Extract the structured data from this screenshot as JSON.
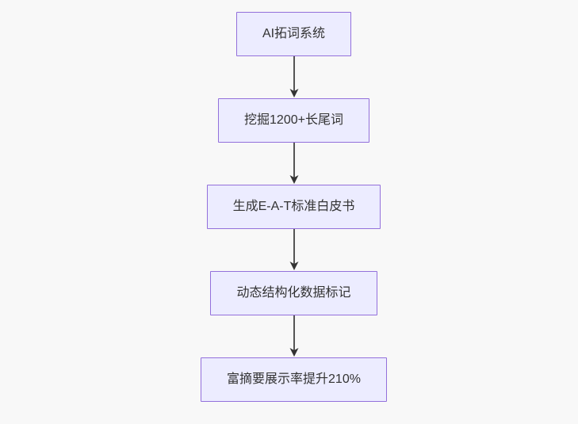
{
  "background": "#f8f8f8",
  "flowchart": {
    "type": "vertical-flow",
    "direction": "top-down",
    "node_fill": "#ECECFF",
    "node_border": "#9370DB",
    "text_color": "#333333",
    "edge_color": "#555555",
    "arrowhead_color": "#333333",
    "nodes": [
      {
        "id": "n1",
        "label": "AI拓词系统"
      },
      {
        "id": "n2",
        "label": "挖掘1200+长尾词"
      },
      {
        "id": "n3",
        "label": "生成E-A-T标准白皮书"
      },
      {
        "id": "n4",
        "label": "动态结构化数据标记"
      },
      {
        "id": "n5",
        "label": "富摘要展示率提升210%"
      }
    ],
    "edges": [
      {
        "from": "n1",
        "to": "n2"
      },
      {
        "from": "n2",
        "to": "n3"
      },
      {
        "from": "n3",
        "to": "n4"
      },
      {
        "from": "n4",
        "to": "n5"
      }
    ]
  }
}
